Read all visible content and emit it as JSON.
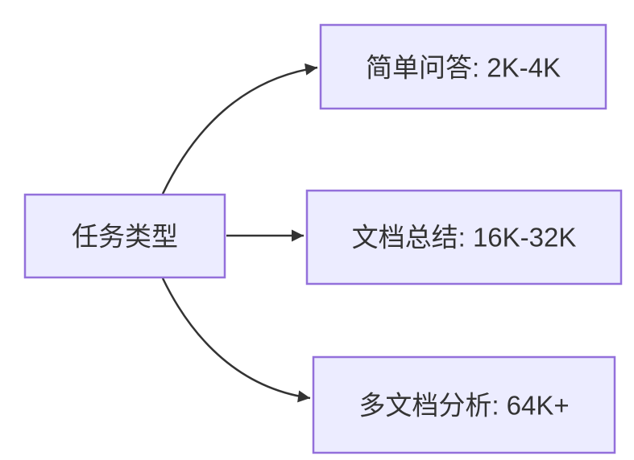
{
  "diagram": {
    "type": "flowchart-left-to-right",
    "colors": {
      "node_fill": "#ECECFF",
      "node_border": "#9370DB",
      "edge": "#333333",
      "text": "#333333",
      "background": "#ffffff"
    },
    "root": {
      "label": "任务类型"
    },
    "branches": [
      {
        "label": "简单问答: 2K-4K"
      },
      {
        "label": "文档总结: 16K-32K"
      },
      {
        "label": "多文档分析: 64K+"
      }
    ]
  }
}
